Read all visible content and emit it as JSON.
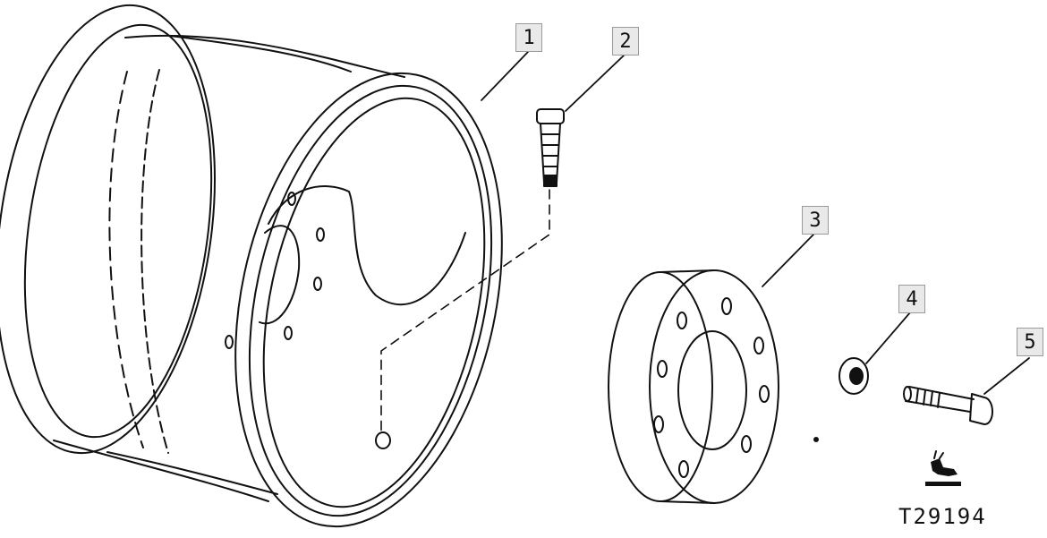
{
  "callouts": [
    {
      "id": "callout-1",
      "label": "1"
    },
    {
      "id": "callout-2",
      "label": "2"
    },
    {
      "id": "callout-3",
      "label": "3"
    },
    {
      "id": "callout-4",
      "label": "4"
    },
    {
      "id": "callout-5",
      "label": "5"
    }
  ],
  "figure_id": "T29194",
  "logo": "deer-logo-icon"
}
